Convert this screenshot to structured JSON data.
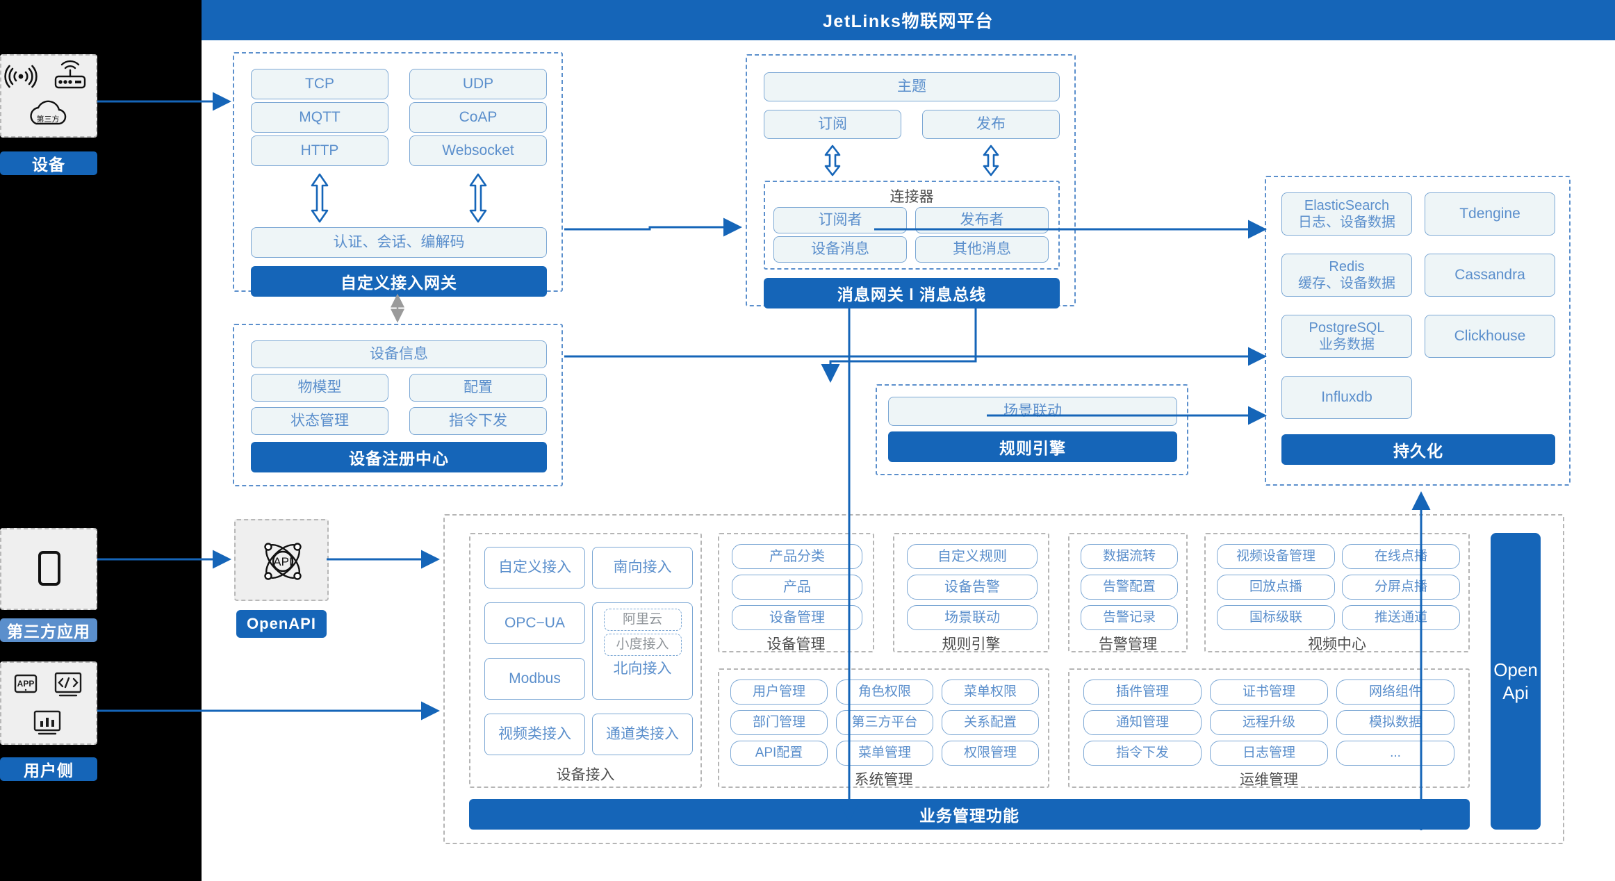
{
  "header": {
    "title": "JetLinks物联网平台"
  },
  "left_rail": {
    "device": {
      "label": "设备",
      "icons": [
        "wifi-signal-icon",
        "router-icon",
        "third-party-cloud-icon"
      ],
      "cloud_text": "第三方"
    },
    "third_party_app": {
      "label": "第三方应用",
      "icons": [
        "mobile-phone-icon"
      ]
    },
    "user_side": {
      "label": "用户侧",
      "icons": [
        "app-icon",
        "code-icon",
        "chart-icon"
      ]
    }
  },
  "gateway_group": {
    "protocols_col1": [
      "TCP",
      "MQTT",
      "HTTP"
    ],
    "protocols_col2": [
      "UDP",
      "CoAP",
      "Websocket"
    ],
    "codec": "认证、会话、编解码",
    "bar": "自定义接入网关"
  },
  "message_group": {
    "topic": "主题",
    "subscribe": "订阅",
    "publish": "发布",
    "connector_title": "连接器",
    "connector_items": [
      "订阅者",
      "发布者",
      "设备消息",
      "其他消息"
    ],
    "bar": "消息网关 l 消息总线"
  },
  "registry_group": {
    "device_info": "设备信息",
    "items": [
      "物模型",
      "配置",
      "状态管理",
      "指令下发"
    ],
    "bar": "设备注册中心"
  },
  "rule_group": {
    "scene": "场景联动",
    "bar": "规则引擎"
  },
  "storage_group": {
    "left_items": [
      {
        "name": "ElasticSearch",
        "sub": "日志、设备数据"
      },
      {
        "name": "Redis",
        "sub": "缓存、设备数据"
      },
      {
        "name": "PostgreSQL",
        "sub": "业务数据"
      },
      {
        "name": "Influxdb",
        "sub": ""
      }
    ],
    "right_items": [
      "Tdengine",
      "Cassandra",
      "Clickhouse"
    ],
    "bar": "持久化"
  },
  "openapi_node": {
    "label": "OpenAPI",
    "icon_text": "API",
    "icon": "api-atom-icon"
  },
  "business": {
    "bar": "业务管理功能",
    "openapi_rail": "Open\nApi",
    "openapi_rail_line1": "Open",
    "openapi_rail_line2": "Api",
    "device_access": {
      "title": "设备接入",
      "col1": [
        "自定义接入",
        "OPC−UA",
        "Modbus",
        "视频类接入"
      ],
      "col2_top": "南向接入",
      "col2_north": {
        "items": [
          "阿里云",
          "小度接入"
        ],
        "label": "北向接入"
      },
      "col2_bottom": "通道类接入"
    },
    "device_mgmt": {
      "title": "设备管理",
      "items": [
        "产品分类",
        "产品",
        "设备管理"
      ]
    },
    "rule_engine": {
      "title": "规则引擎",
      "items": [
        "自定义规则",
        "设备告警",
        "场景联动"
      ]
    },
    "alarm_mgmt": {
      "title": "告警管理",
      "items": [
        "数据流转",
        "告警配置",
        "告警记录"
      ]
    },
    "video_center": {
      "title": "视频中心",
      "col1": [
        "视频设备管理",
        "回放点播",
        "国标级联"
      ],
      "col2": [
        "在线点播",
        "分屏点播",
        "推送通道"
      ]
    },
    "system_mgmt": {
      "title": "系统管理",
      "rows": [
        [
          "用户管理",
          "角色权限",
          "菜单权限"
        ],
        [
          "部门管理",
          "第三方平台",
          "关系配置"
        ],
        [
          "API配置",
          "菜单管理",
          "权限管理"
        ]
      ]
    },
    "ops_mgmt": {
      "title": "运维管理",
      "rows": [
        [
          "插件管理",
          "证书管理",
          "网络组件"
        ],
        [
          "通知管理",
          "远程升级",
          "模拟数据"
        ],
        [
          "指令下发",
          "日志管理",
          "..."
        ]
      ]
    }
  },
  "colors": {
    "brand_blue": "#1565b8",
    "chip_border": "#7ba7d4",
    "chip_bg": "#eef5f7",
    "chip_text": "#5b8fcc",
    "dashed_grey": "#b5b5b5",
    "rail_black": "#000000",
    "light_blue_label": "#5b8fcc"
  }
}
